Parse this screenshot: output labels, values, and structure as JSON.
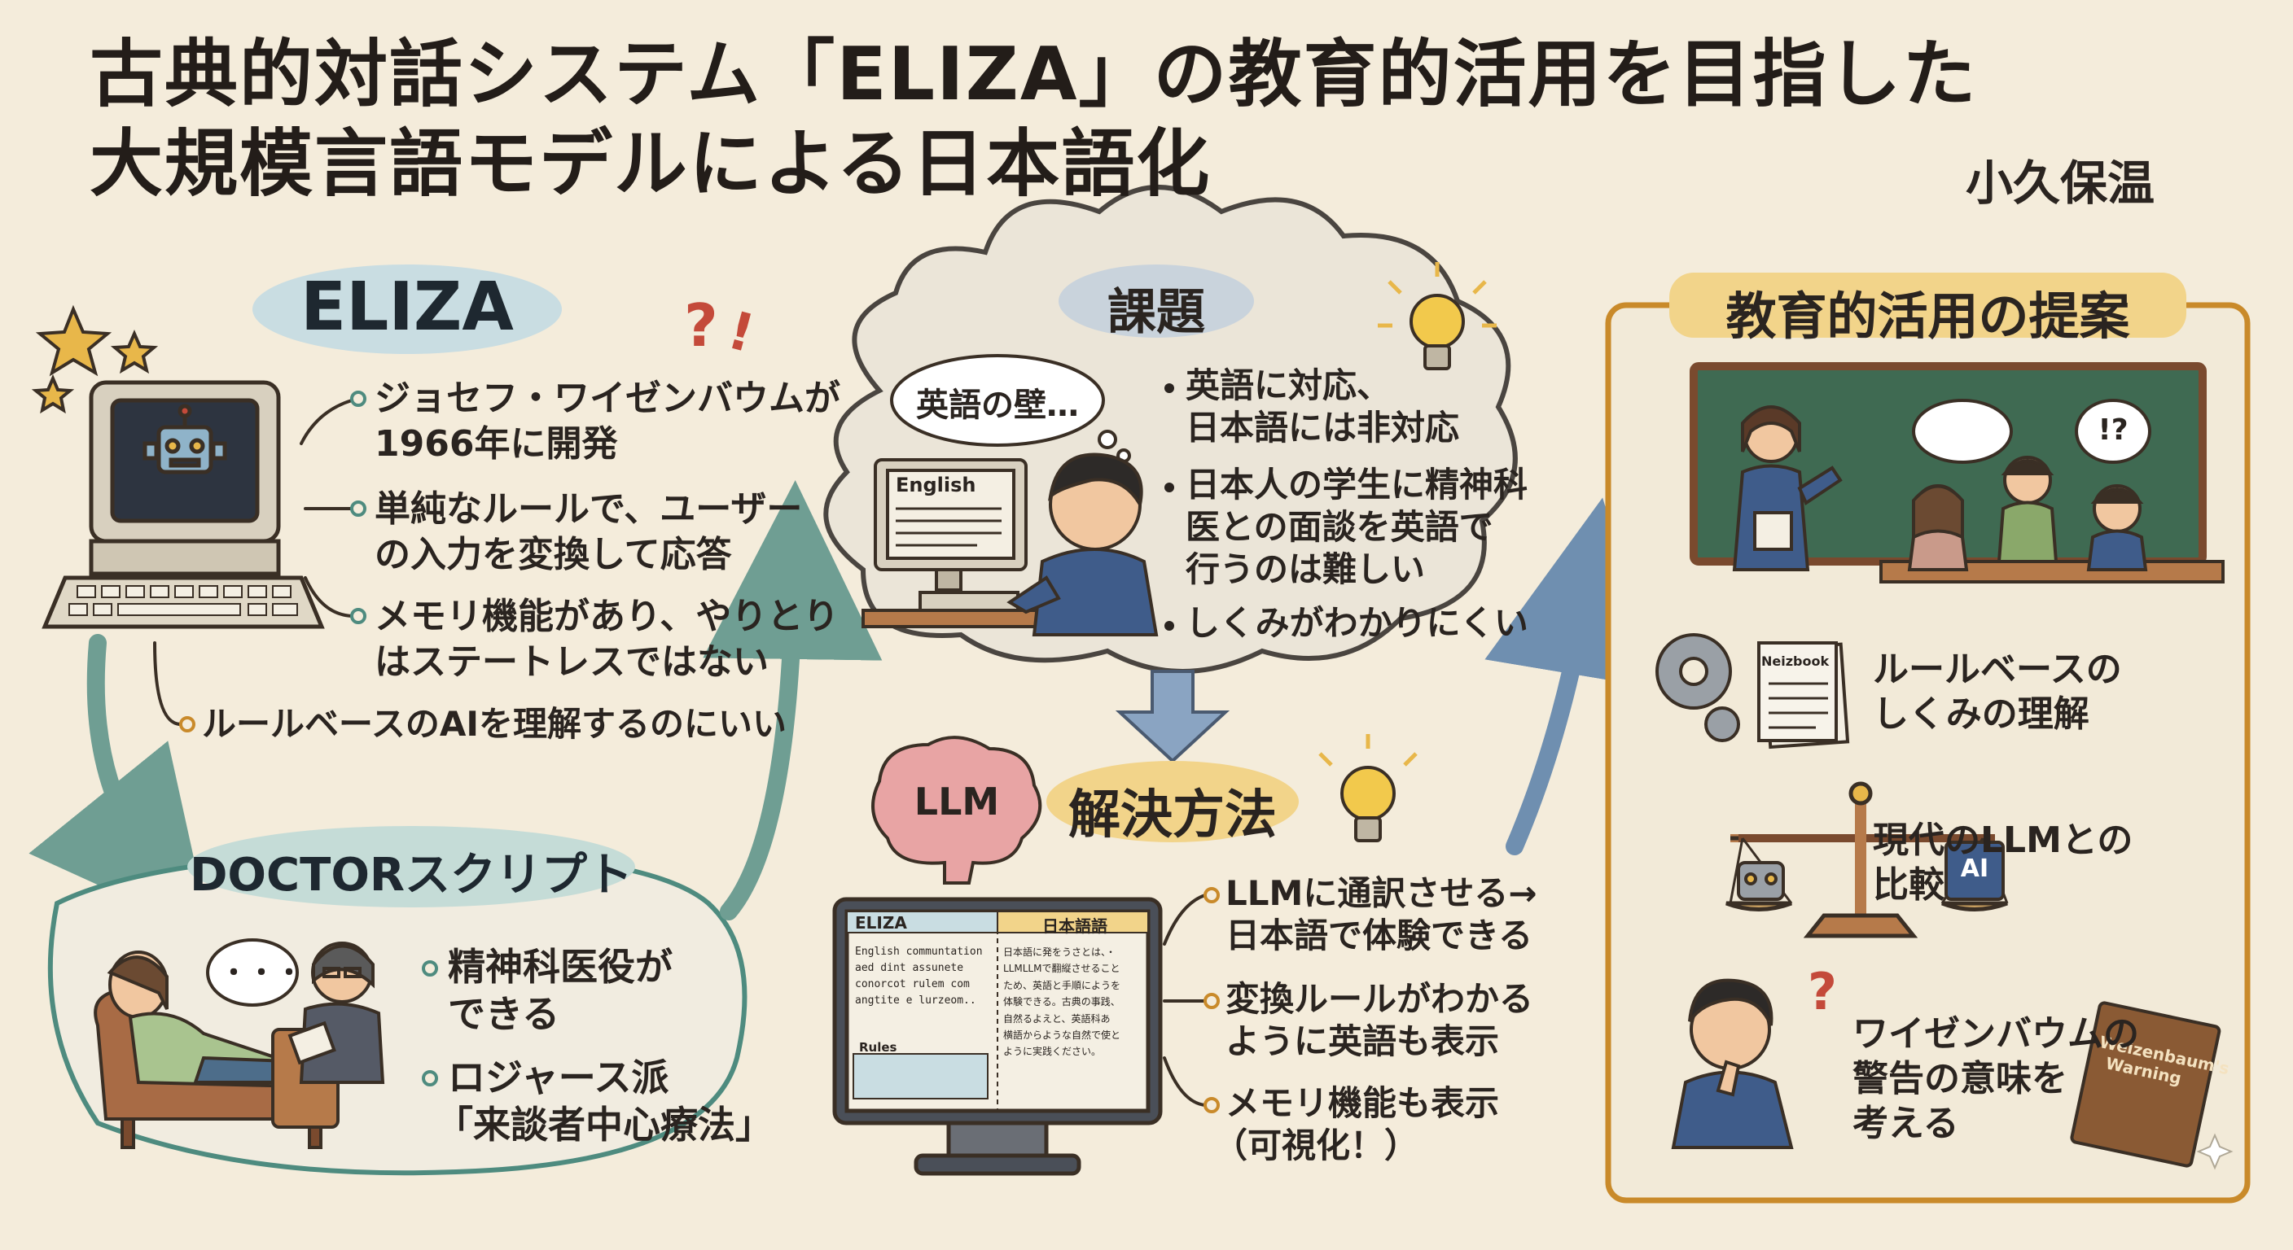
{
  "title": {
    "line1": "古典的対話システム「ELIZA」の教育的活用を目指した",
    "line2": "大規模言語モデルによる日本語化",
    "author": "小久保温"
  },
  "eliza": {
    "heading": "ELIZA",
    "bullets": [
      "ジョセフ・ワイゼンバウムが",
      "1966年に開発",
      "単純なルールで、ユーザー",
      "の入力を変換して応答",
      "メモリ機能があり、やりとり",
      "はステートレスではない",
      "ルールベースのAIを理解するのにいい"
    ]
  },
  "doctor": {
    "heading": "DOCTORスクリプト",
    "bullets": [
      "精神科医役が",
      "できる",
      "ロジャース派",
      "「来談者中心療法」"
    ],
    "bubble": "・・・"
  },
  "problem": {
    "heading": "課題",
    "bubble": "英語の壁…",
    "screen_label": "English",
    "bullets": [
      "英語に対応、",
      "日本語には非対応",
      "日本人の学生に精神科",
      "医との面談を英語で",
      "行うのは難しい",
      "しくみがわかりにくい"
    ]
  },
  "solution": {
    "heading": "解決方法",
    "brain_label": "LLM",
    "monitor": {
      "left_tab": "ELIZA",
      "right_tab": "日本語語",
      "left_lines": [
        "English communtation",
        "aed dint assunete",
        "conorcot rulem com",
        "angtite e lurzeom.."
      ],
      "rules_label": "Rules",
      "right_lines": [
        "日本語に発をうさとは、・",
        "LLMLLMで翻縦させること",
        "ため、英語と手順にようを",
        "体験できる。古典の事践、",
        "自然るよえと、英語科あ",
        "横語からような自然で使と",
        "ように実践ください。"
      ]
    },
    "bullets": [
      "LLMに通訳させる→",
      "日本語で体験できる",
      "変換ルールがわかる",
      "ように英語も表示",
      "メモリ機能も表示",
      "（可視化！）"
    ]
  },
  "proposal": {
    "heading": "教育的活用の提案",
    "book_label": "Neizbook",
    "chip_label": "AI",
    "warning_book": "Weizenbaum's Warning",
    "items": [
      "ルールベースの",
      "しくみの理解",
      "現代のLLMとの",
      "比較",
      "ワイゼンバウムの",
      "警告の意味を",
      "考える"
    ],
    "question_bubble": "!?"
  },
  "colors": {
    "background": "#f4ecdb",
    "teal": "#4e8b7f",
    "gold": "#e8b74a",
    "board": "#3f6a52"
  }
}
